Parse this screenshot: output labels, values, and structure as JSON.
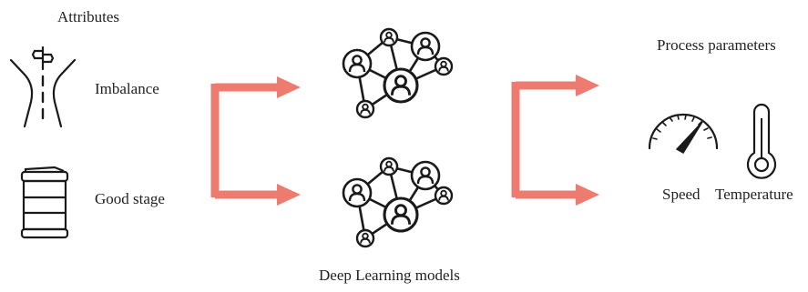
{
  "attributes": {
    "title": "Attributes",
    "items": [
      {
        "label": "Imbalance",
        "icon": "road-fork-icon"
      },
      {
        "label": "Good stage",
        "icon": "barrel-icon"
      }
    ]
  },
  "models": {
    "caption": "Deep Learning models",
    "icon": "neural-network-icon",
    "count": 2
  },
  "parameters": {
    "title": "Process parameters",
    "items": [
      {
        "label": "Speed",
        "icon": "speedometer-icon"
      },
      {
        "label": "Temperature",
        "icon": "thermometer-icon"
      }
    ]
  },
  "colors": {
    "arrow": "#EE7B6F",
    "icon": "#1a1a1a"
  }
}
